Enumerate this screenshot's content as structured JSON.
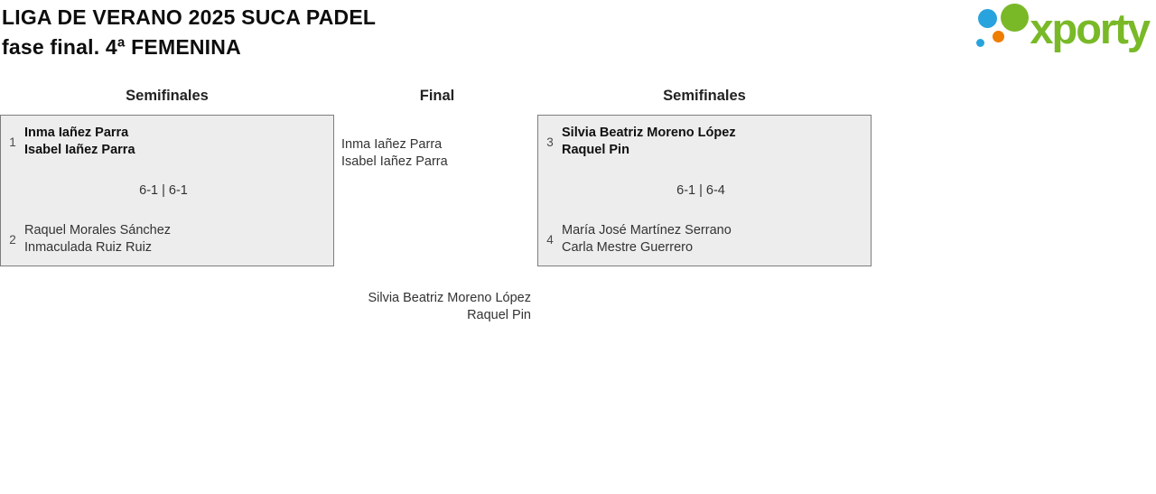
{
  "header": {
    "title_line1": "LIGA DE VERANO 2025 SUCA PADEL",
    "title_line2": "fase final. 4ª FEMENINA"
  },
  "logo": {
    "text": "xporty",
    "colors": {
      "green": "#79b928",
      "blue": "#29a3dd",
      "orange": "#ef7d00"
    }
  },
  "bracket": {
    "columns": [
      {
        "header": "Semifinales"
      },
      {
        "header": "Final"
      },
      {
        "header": "Semifinales"
      }
    ],
    "semifinal_left": {
      "seed_top": "1",
      "team_top": [
        "Inma Iañez Parra",
        "Isabel Iañez Parra"
      ],
      "score": "6-1 | 6-1",
      "seed_bottom": "2",
      "team_bottom": [
        "Raquel Morales Sánchez",
        "Inmaculada Ruiz Ruiz"
      ]
    },
    "semifinal_right": {
      "seed_top": "3",
      "team_top": [
        "Silvia Beatriz Moreno López",
        "Raquel Pin"
      ],
      "score": "6-1 | 6-4",
      "seed_bottom": "4",
      "team_bottom": [
        "María José Martínez Serrano",
        "Carla Mestre Guerrero"
      ]
    },
    "final": {
      "team_top": [
        "Inma Iañez Parra",
        "Isabel Iañez Parra"
      ],
      "team_bottom": [
        "Silvia Beatriz Moreno López",
        "Raquel Pin"
      ]
    }
  }
}
